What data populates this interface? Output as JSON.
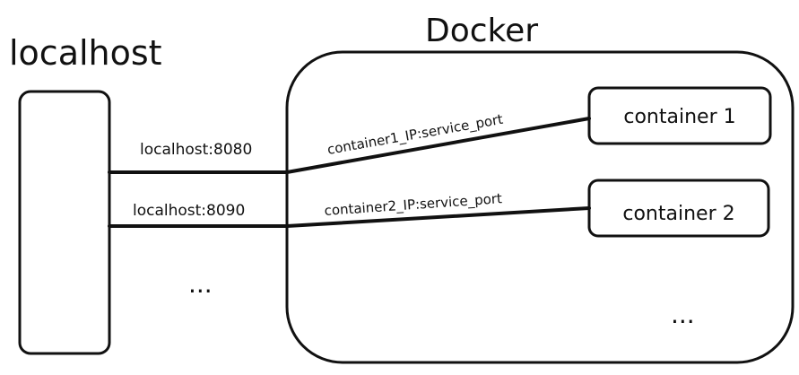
{
  "host": {
    "title": "localhost",
    "ports": [
      "localhost:8080",
      "localhost:8090"
    ],
    "ellipsis": "..."
  },
  "docker": {
    "title": "Docker",
    "links": [
      "container1_IP:service_port",
      "container2_IP:service_port"
    ],
    "containers": [
      "container 1",
      "container 2"
    ],
    "ellipsis": "..."
  }
}
